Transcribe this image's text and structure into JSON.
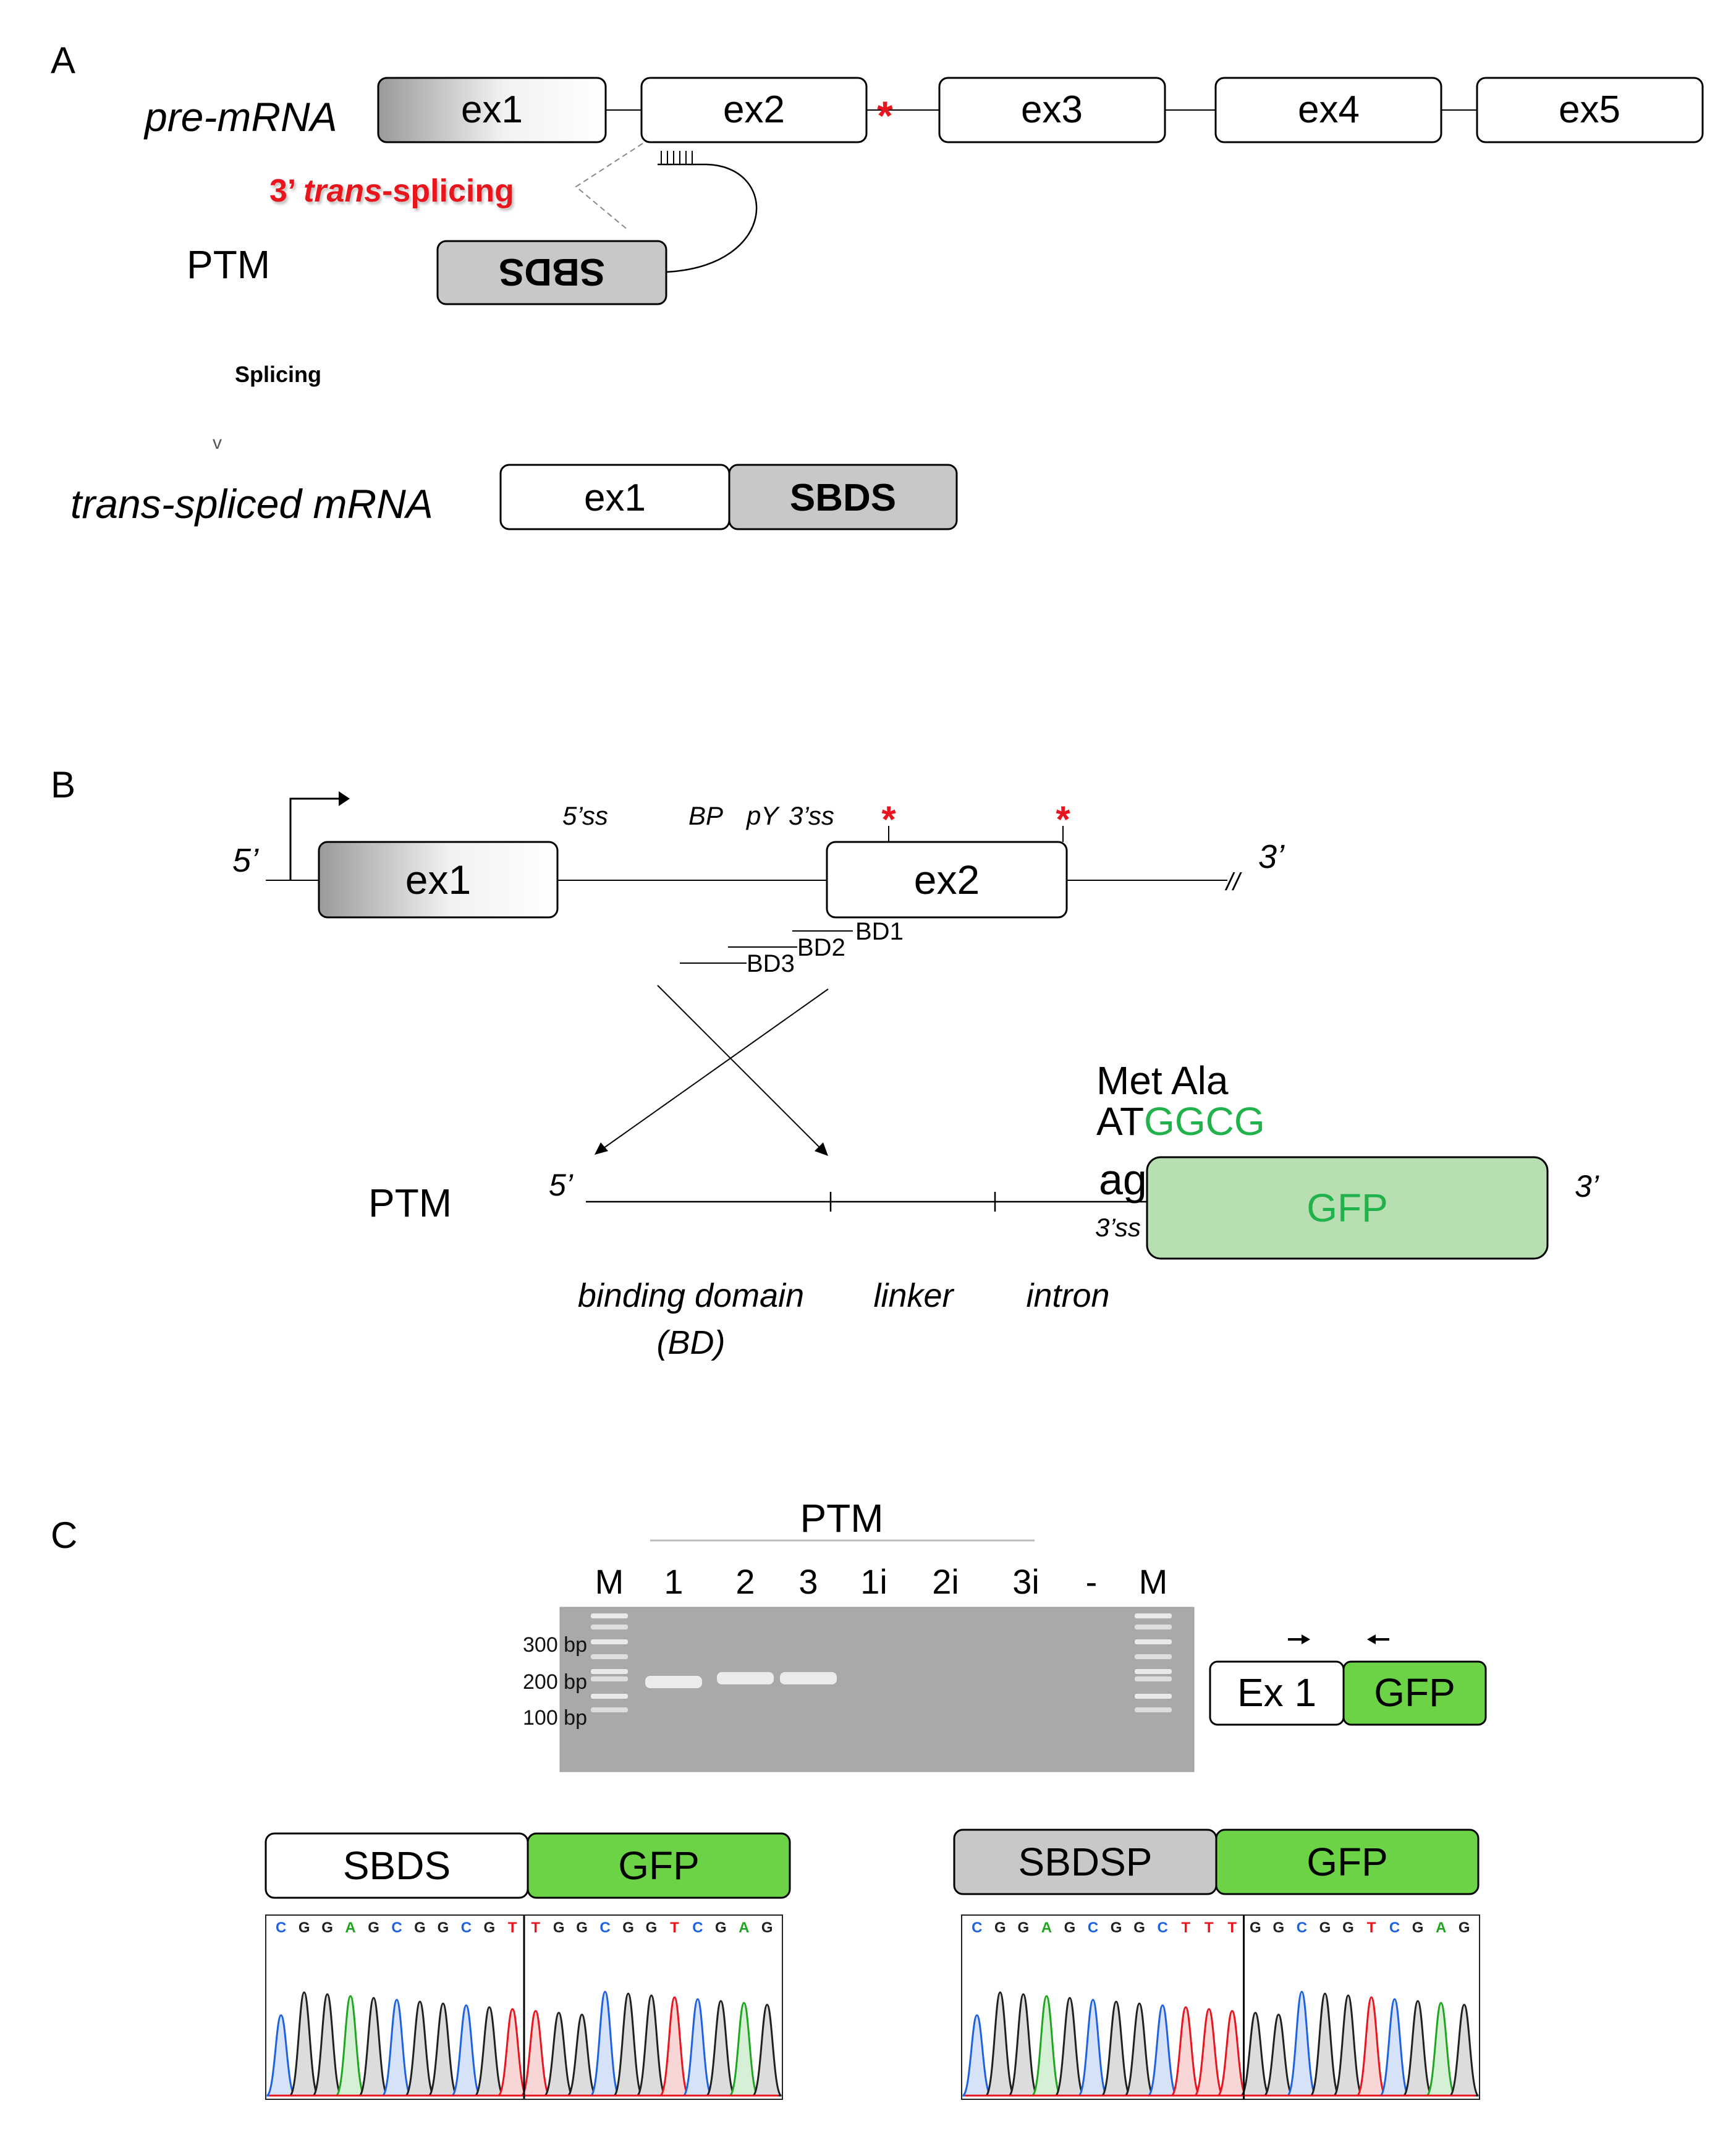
{
  "colors": {
    "red": "#e8141e",
    "gfp_light_fill": "#b7dfb1",
    "gfp_light_text": "#21b24b",
    "gfp_bright": "#6bd345",
    "grey_box": "#c8c8c8",
    "gel_bg": "#a9a9a9",
    "chrom_A": "#1fa51f",
    "chrom_C": "#1f62e0",
    "chrom_G": "#202020",
    "chrom_T": "#e8141e"
  },
  "panelA": {
    "label": "A",
    "premrna_label": "pre-mRNA",
    "exons": [
      "ex1",
      "ex2",
      "ex3",
      "ex4",
      "ex5"
    ],
    "mutation_star": "*",
    "trans_splicing_prefix": "3’ ",
    "trans_splicing_italic": "trans",
    "trans_splicing_suffix": "-splicing",
    "ptm_label": "PTM",
    "ptm_box": "SBDS",
    "splicing_label": "Splicing",
    "arrow_glyph": "v",
    "product_label": "trans-spliced mRNA",
    "product_boxes": [
      "ex1",
      "SBDS"
    ]
  },
  "panelB": {
    "label": "B",
    "five_prime": "5’",
    "three_prime": "3’",
    "break_mark": "//",
    "ss5": "5’ss",
    "bp": "BP",
    "py": "pY",
    "ss3": "3’ss",
    "star": "*",
    "exons": [
      "ex1",
      "ex2"
    ],
    "binding_domains": [
      "BD1",
      "BD2",
      "BD3"
    ],
    "ptm_label": "PTM",
    "ptm_5": "5’",
    "ptm_3": "3’",
    "met_ala": "Met Ala",
    "codon_black": "AT",
    "codon_green": "GGCG",
    "ag": "ag",
    "ptm_3ss": "3’ss",
    "gfp": "GFP",
    "regions": [
      "binding domain",
      "(BD)",
      "linker",
      "intron"
    ]
  },
  "panelC": {
    "label": "C",
    "ptm_header": "PTM",
    "lanes": [
      "M",
      "1",
      "2",
      "3",
      "1i",
      "2i",
      "3i",
      "-",
      "M"
    ],
    "size_markers": [
      "300 bp",
      "200 bp",
      "100 bp"
    ],
    "product_bands": [
      {
        "lane": "1",
        "size_bp": 170
      },
      {
        "lane": "2",
        "size_bp": 180
      },
      {
        "lane": "3",
        "size_bp": 180
      }
    ],
    "primer_schematic": [
      "Ex 1",
      "GFP"
    ],
    "seq_left": {
      "boxes": [
        "SBDS",
        "GFP"
      ],
      "bases": [
        "C",
        "G",
        "G",
        "A",
        "G",
        "C",
        "G",
        "G",
        "C",
        "G",
        "T",
        "T",
        "G",
        "G",
        "C",
        "G",
        "G",
        "T",
        "C",
        "G",
        "A",
        "G"
      ],
      "junction_after": 11
    },
    "seq_right": {
      "boxes": [
        "SBDSP",
        "GFP"
      ],
      "bases": [
        "C",
        "G",
        "G",
        "A",
        "G",
        "C",
        "G",
        "G",
        "C",
        "T",
        "T",
        "T",
        "G",
        "G",
        "C",
        "G",
        "G",
        "T",
        "C",
        "G",
        "A",
        "G"
      ],
      "junction_after": 12
    }
  }
}
